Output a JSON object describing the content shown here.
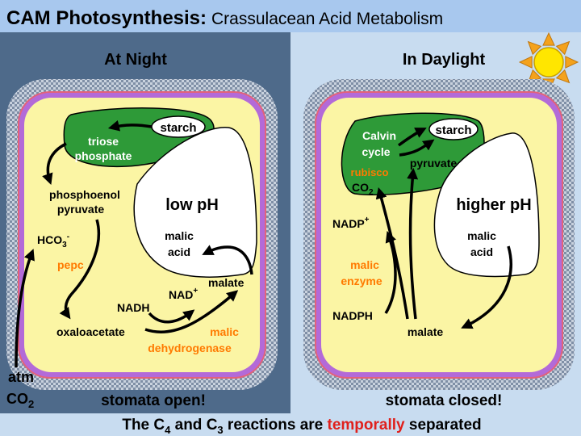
{
  "title": {
    "bold": "CAM Photosynthesis:",
    "rest": "Crassulacean Acid Metabolism"
  },
  "colors": {
    "night_bg": "#4e6a8a",
    "day_bg": "#c8dcf0",
    "cell_yellow": "#fbf5a4",
    "chloroplast_green": "#2e9a38",
    "orange_label": "#ff7a00",
    "red_emphasis": "#e0201c",
    "sun_yellow": "#ffe600",
    "sun_ray_orange": "#f4a21c",
    "title_bar_blue": "#a8c8ee"
  },
  "night": {
    "heading": "At Night",
    "starch": "starch",
    "triose": "triose",
    "phosphate": "phosphate",
    "pep1": "phosphoenol",
    "pep2": "pyruvate",
    "hco3": "HCO",
    "hco3_sub": "3",
    "hco3_sup": "-",
    "pepc": "pepc",
    "low_ph": "low pH",
    "malic": "malic",
    "acid": "acid",
    "nad": "NAD",
    "nad_sup": "+",
    "malate": "malate",
    "nadh": "NADH",
    "oxaloacetate": "oxaloacetate",
    "malic2": "malic",
    "dehydrogenase": "dehydrogenase",
    "atm": "atm",
    "co2": "CO",
    "co2_sub": "2",
    "stomata": "stomata open!"
  },
  "day": {
    "heading": "In Daylight",
    "calvin": "Calvin",
    "cycle": "cycle",
    "starch": "starch",
    "pyruvate": "pyruvate",
    "rubisco": "rubisco",
    "co2": "CO",
    "co2_sub": "2",
    "higher_ph": "higher pH",
    "nadp": "NADP",
    "nadp_sup": "+",
    "malic": "malic",
    "acid": "acid",
    "malic2": "malic",
    "enzyme": "enzyme",
    "nadph": "NADPH",
    "malate": "malate",
    "stomata": "stomata closed!"
  },
  "footer": {
    "p1": "The C",
    "sub4": "4",
    "p2": " and C",
    "sub3": "3",
    "p3": " reactions are ",
    "emph": "temporally",
    "p4": " separated"
  }
}
